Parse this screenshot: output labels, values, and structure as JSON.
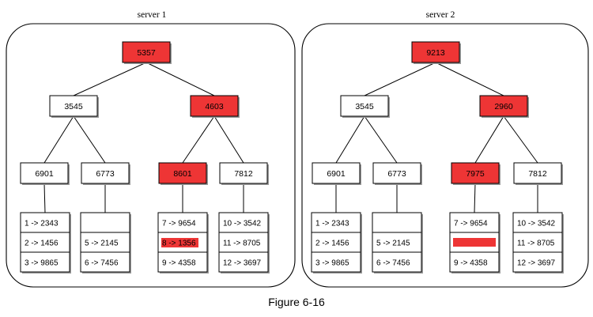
{
  "highlight_color": "#ee3535",
  "caption": "Figure 6-16",
  "servers": [
    {
      "title": "server 1",
      "root": {
        "label": "5357",
        "highlight": true
      },
      "level1": [
        {
          "label": "3545",
          "highlight": false
        },
        {
          "label": "4603",
          "highlight": true
        }
      ],
      "level2": [
        {
          "label": "6901",
          "highlight": false
        },
        {
          "label": "6773",
          "highlight": false
        },
        {
          "label": "8601",
          "highlight": true
        },
        {
          "label": "7812",
          "highlight": false
        }
      ],
      "leaves": [
        {
          "rows": [
            {
              "text": "1 -> 2343",
              "mark": "none"
            },
            {
              "text": "2 -> 1456",
              "mark": "none"
            },
            {
              "text": "3 -> 9865",
              "mark": "none"
            }
          ]
        },
        {
          "rows": [
            {
              "text": "",
              "mark": "none"
            },
            {
              "text": "5 -> 2145",
              "mark": "none"
            },
            {
              "text": "6 -> 7456",
              "mark": "none"
            }
          ]
        },
        {
          "rows": [
            {
              "text": "7 -> 9654",
              "mark": "none"
            },
            {
              "text": "8 -> 1356",
              "mark": "highlight"
            },
            {
              "text": "9 -> 4358",
              "mark": "none"
            }
          ]
        },
        {
          "rows": [
            {
              "text": "10 -> 3542",
              "mark": "none"
            },
            {
              "text": "11 -> 8705",
              "mark": "none"
            },
            {
              "text": "12 -> 3697",
              "mark": "none"
            }
          ]
        }
      ]
    },
    {
      "title": "server 2",
      "root": {
        "label": "9213",
        "highlight": true
      },
      "level1": [
        {
          "label": "3545",
          "highlight": false
        },
        {
          "label": "2960",
          "highlight": true
        }
      ],
      "level2": [
        {
          "label": "6901",
          "highlight": false
        },
        {
          "label": "6773",
          "highlight": false
        },
        {
          "label": "7975",
          "highlight": true
        },
        {
          "label": "7812",
          "highlight": false
        }
      ],
      "leaves": [
        {
          "rows": [
            {
              "text": "1 -> 2343",
              "mark": "none"
            },
            {
              "text": "2 -> 1456",
              "mark": "none"
            },
            {
              "text": "3 -> 9865",
              "mark": "none"
            }
          ]
        },
        {
          "rows": [
            {
              "text": "",
              "mark": "none"
            },
            {
              "text": "5 -> 2145",
              "mark": "none"
            },
            {
              "text": "6 -> 7456",
              "mark": "none"
            }
          ]
        },
        {
          "rows": [
            {
              "text": "7 -> 9654",
              "mark": "none"
            },
            {
              "text": "",
              "mark": "redacted"
            },
            {
              "text": "9 -> 4358",
              "mark": "none"
            }
          ]
        },
        {
          "rows": [
            {
              "text": "10 -> 3542",
              "mark": "none"
            },
            {
              "text": "11 -> 8705",
              "mark": "none"
            },
            {
              "text": "12 -> 3697",
              "mark": "none"
            }
          ]
        }
      ]
    }
  ]
}
